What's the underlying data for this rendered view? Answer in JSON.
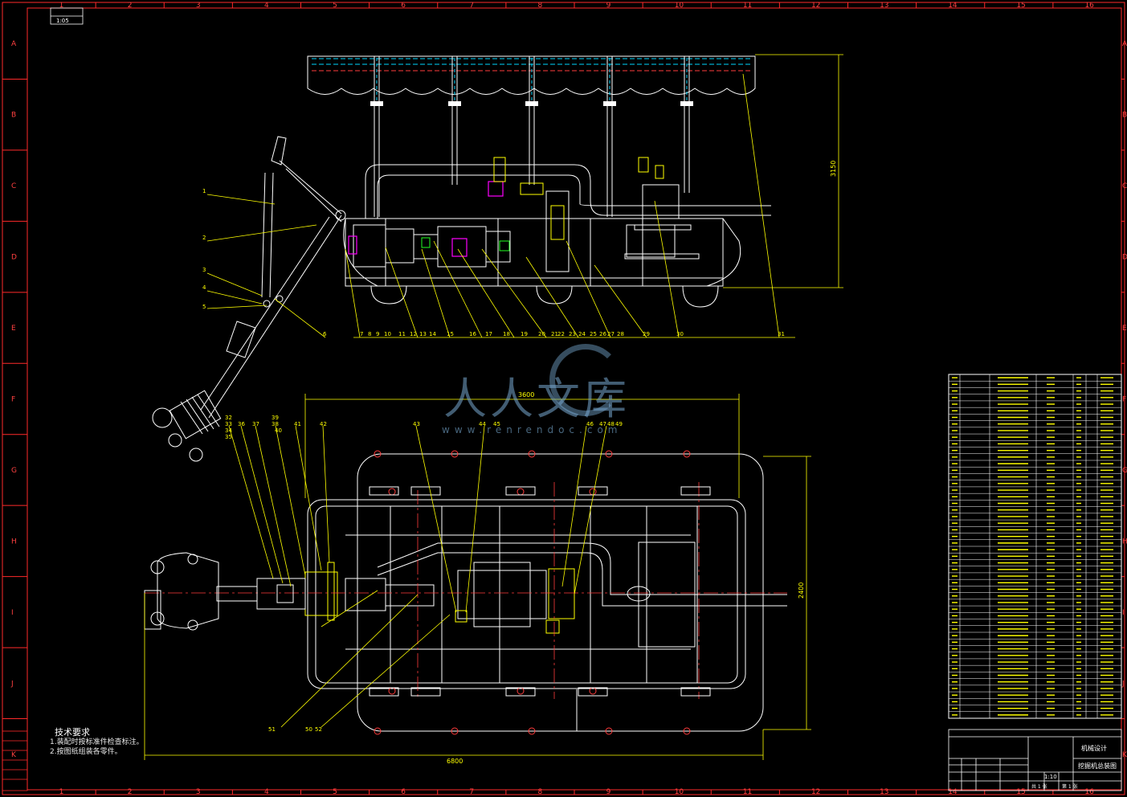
{
  "frame": {
    "grid_columns": [
      "1",
      "2",
      "3",
      "4",
      "5",
      "6",
      "7",
      "8",
      "9",
      "10",
      "11",
      "12",
      "13",
      "14",
      "15",
      "16"
    ],
    "grid_rows": [
      "A",
      "B",
      "C",
      "D",
      "E",
      "F",
      "G",
      "H",
      "I",
      "J",
      "K"
    ],
    "corner_tag": "1:05"
  },
  "callouts": {
    "elevation": [
      "1",
      "2",
      "3",
      "4",
      "5",
      "6",
      "7",
      "8",
      "9",
      "10",
      "11",
      "12",
      "13",
      "14",
      "15",
      "16",
      "17",
      "18",
      "19",
      "20",
      "21",
      "22",
      "23",
      "24",
      "25",
      "26",
      "27",
      "28",
      "29",
      "30",
      "31"
    ],
    "plan": [
      "32",
      "33",
      "34",
      "35",
      "36",
      "37",
      "38",
      "39",
      "40",
      "41",
      "42",
      "43",
      "44",
      "45",
      "46",
      "47",
      "48",
      "49",
      "50",
      "51",
      "52"
    ]
  },
  "dimensions": {
    "elevation_height": "3150",
    "plan_width": "3600",
    "plan_height": "2400",
    "overall_length": "6800"
  },
  "tech_requirements": {
    "title": "技术要求",
    "items": [
      "1.装配时按标准件检查标注。",
      "2.按图纸组装各零件。"
    ]
  },
  "watermark": {
    "brand": "人人文库",
    "url": "www.renrendoc.com"
  },
  "title_block": {
    "company": "机械设计",
    "drawing_name": "挖掘机总装图",
    "scale": "1:10",
    "sheet": "共 1 张",
    "part_of_sheet": "第 1 张"
  },
  "colors": {
    "background": "#000000",
    "frame": "#ff2a2a",
    "outline": "#ffffff",
    "leader": "#ffff00",
    "hidden": "#00d8ff",
    "center": "#ff3b3b",
    "fill_part": "#ff00ff",
    "green": "#22ff22"
  }
}
